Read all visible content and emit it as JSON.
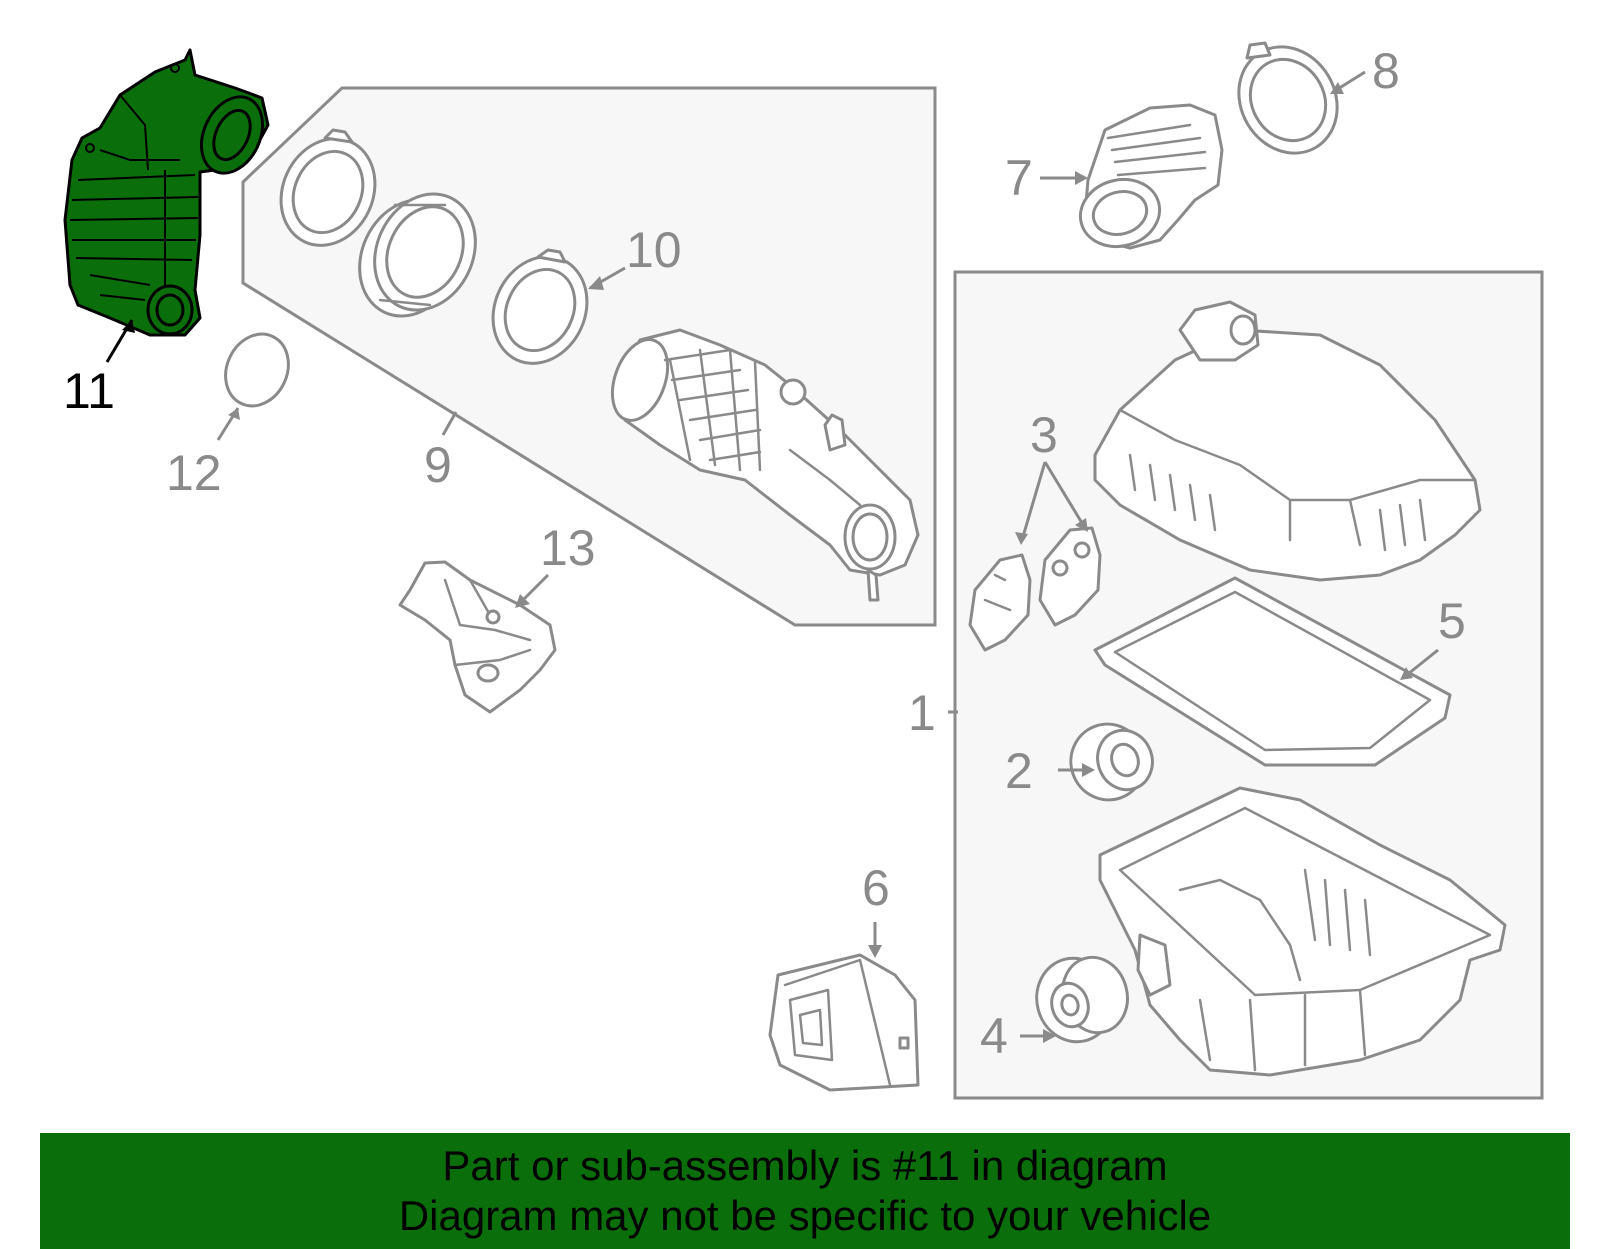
{
  "highlight_color": "#0a6e0a",
  "banner_color": "#0a6e0a",
  "banner": {
    "line1": "Part or sub-assembly is #11 in diagram",
    "line2": "Diagram may not be specific to your vehicle"
  },
  "callouts": {
    "c1": "1",
    "c2": "2",
    "c3": "3",
    "c4": "4",
    "c5": "5",
    "c6": "6",
    "c7": "7",
    "c8": "8",
    "c9": "9",
    "c10": "10",
    "c11": "11",
    "c12": "12",
    "c13": "13"
  }
}
